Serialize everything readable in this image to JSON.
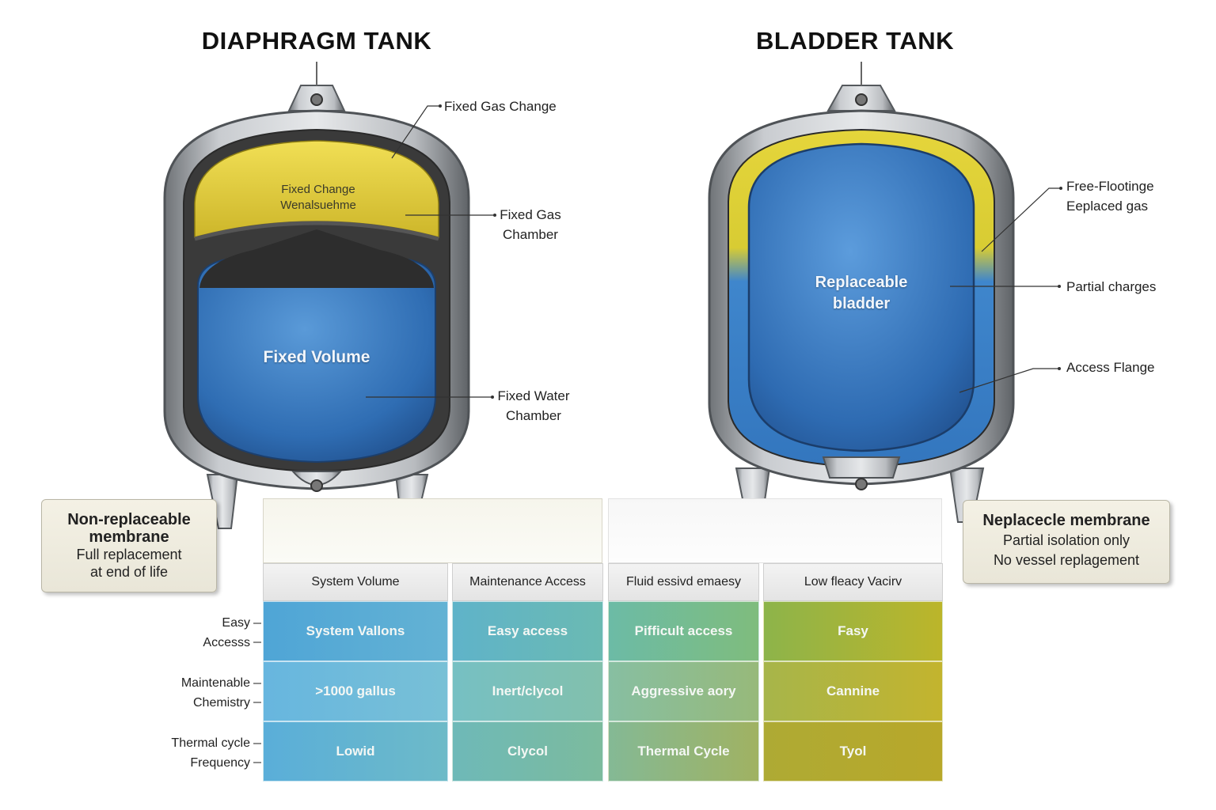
{
  "diaphragm": {
    "title": "DIAPHRAGM TANK",
    "gas_label_line1": "Fixed Change",
    "gas_label_line2": "Wenalsuehme",
    "water_label": "Fixed Volume",
    "callouts": {
      "gas_charge": "Fixed Gas Change",
      "gas_chamber_line1": "Fixed Gas",
      "gas_chamber_line2": "Chamber",
      "water_chamber_line1": "Fixed Water",
      "water_chamber_line2": "Chamber"
    },
    "note": {
      "head_line1": "Non-replaceable",
      "head_line2": "membrane",
      "sub_line1": "Full replacement",
      "sub_line2": "at end of life"
    },
    "colors": {
      "gas": "#e3cf3c",
      "water": "#3f7fc4",
      "shell": "#9a9ea3"
    }
  },
  "bladder": {
    "title": "BLADDER TANK",
    "bladder_label_line1": "Replaceable",
    "bladder_label_line2": "bladder",
    "callouts": {
      "free_floating_line1": "Free-Flootinge",
      "free_floating_line2": "Eeplaced gas",
      "partial_charges": "Partial charges",
      "access_flange": "Access Flange"
    },
    "note": {
      "head": "Neplacecle membrane",
      "sub_line1": "Partial isolation only",
      "sub_line2": "No vessel replagement"
    },
    "colors": {
      "gas": "#dfcf33",
      "water": "#3b78c2"
    }
  },
  "table": {
    "headers": [
      "System Volume",
      "Maintenance Access",
      "Fluid essivd emaesy",
      "Low fleacy Vacirv"
    ],
    "row_labels": [
      [
        "Easy",
        "Accesss"
      ],
      [
        "Maintenable",
        "Chemistry"
      ],
      [
        "Thermal cycle",
        "Frequency"
      ]
    ],
    "rows": [
      [
        "System Vallons",
        "Easy access",
        "Pifficult access",
        "Fasy"
      ],
      [
        ">1000 gallus",
        "Inert/clycol",
        "Aggressive aory",
        "Cannine"
      ],
      [
        "Lowid",
        "Clycol",
        "Thermal Cycle",
        "Tyol"
      ]
    ],
    "colors": {
      "col1": "#58a9d6",
      "col2": "#6ab7b8",
      "col3": "#7ab9a0",
      "col4": "#a8b43a"
    }
  }
}
